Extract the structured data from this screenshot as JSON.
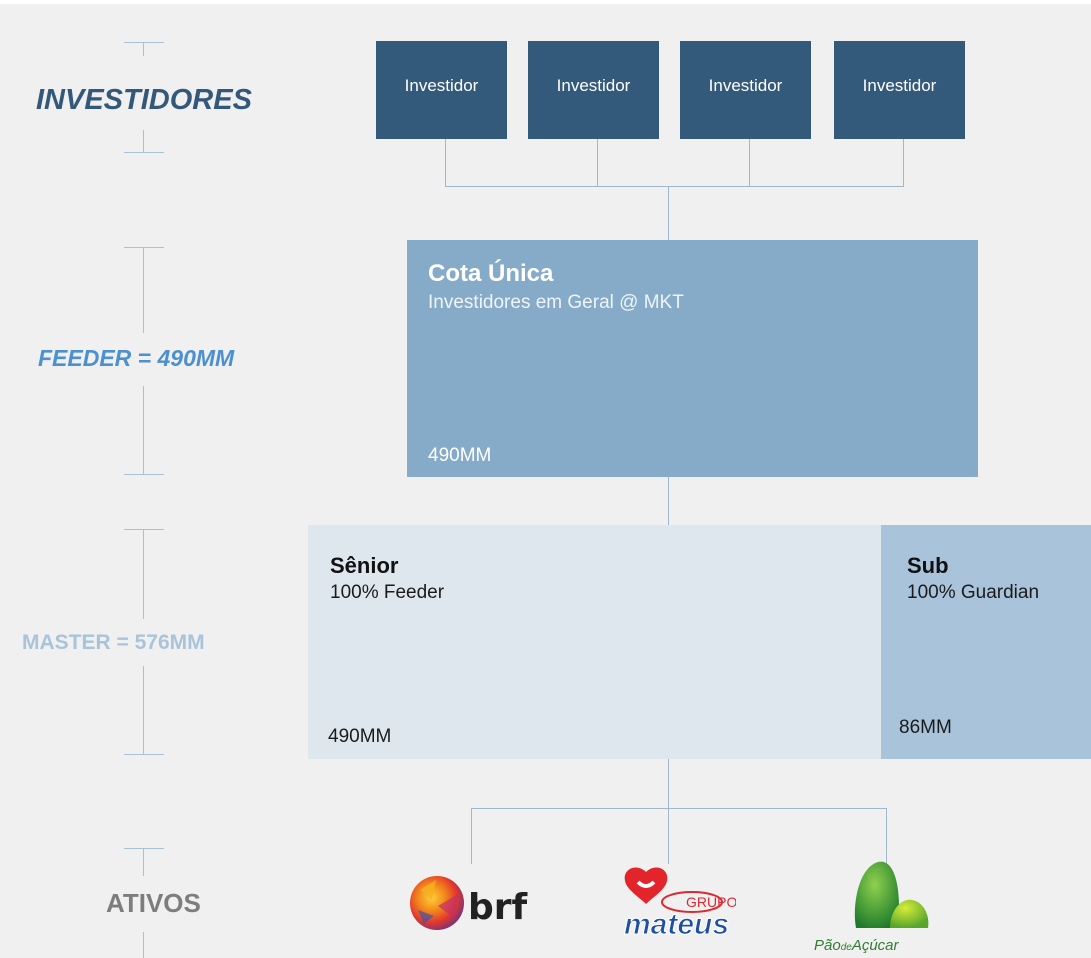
{
  "side_labels": {
    "investidores": "INVESTIDORES",
    "feeder": "FEEDER = 490MM",
    "master": "MASTER = 576MM",
    "ativos": "ATIVOS"
  },
  "investors": [
    {
      "label": "Investidor"
    },
    {
      "label": "Investidor"
    },
    {
      "label": "Investidor"
    },
    {
      "label": "Investidor"
    }
  ],
  "feeder": {
    "title": "Cota Única",
    "subtitle": "Investidores em Geral @ MKT",
    "amount": "490MM"
  },
  "master": {
    "senior": {
      "title": "Sênior",
      "subtitle": "100% Feeder",
      "amount": "490MM"
    },
    "sub": {
      "title": "Sub",
      "subtitle": "100% Guardian",
      "amount": "86MM"
    }
  },
  "assets": {
    "brf": "brf",
    "mateus_grupo": "GRUPO",
    "mateus_name": "mateus",
    "pao_de": "Pão",
    "pao_mid": "de",
    "pao_acucar": "Açúcar"
  },
  "colors": {
    "investor_box": "#335a7b",
    "feeder_box": "#86abc9",
    "senior_box": "#dfe7ee",
    "sub_box": "#a8c3da",
    "connector": "#9fb8cd"
  }
}
